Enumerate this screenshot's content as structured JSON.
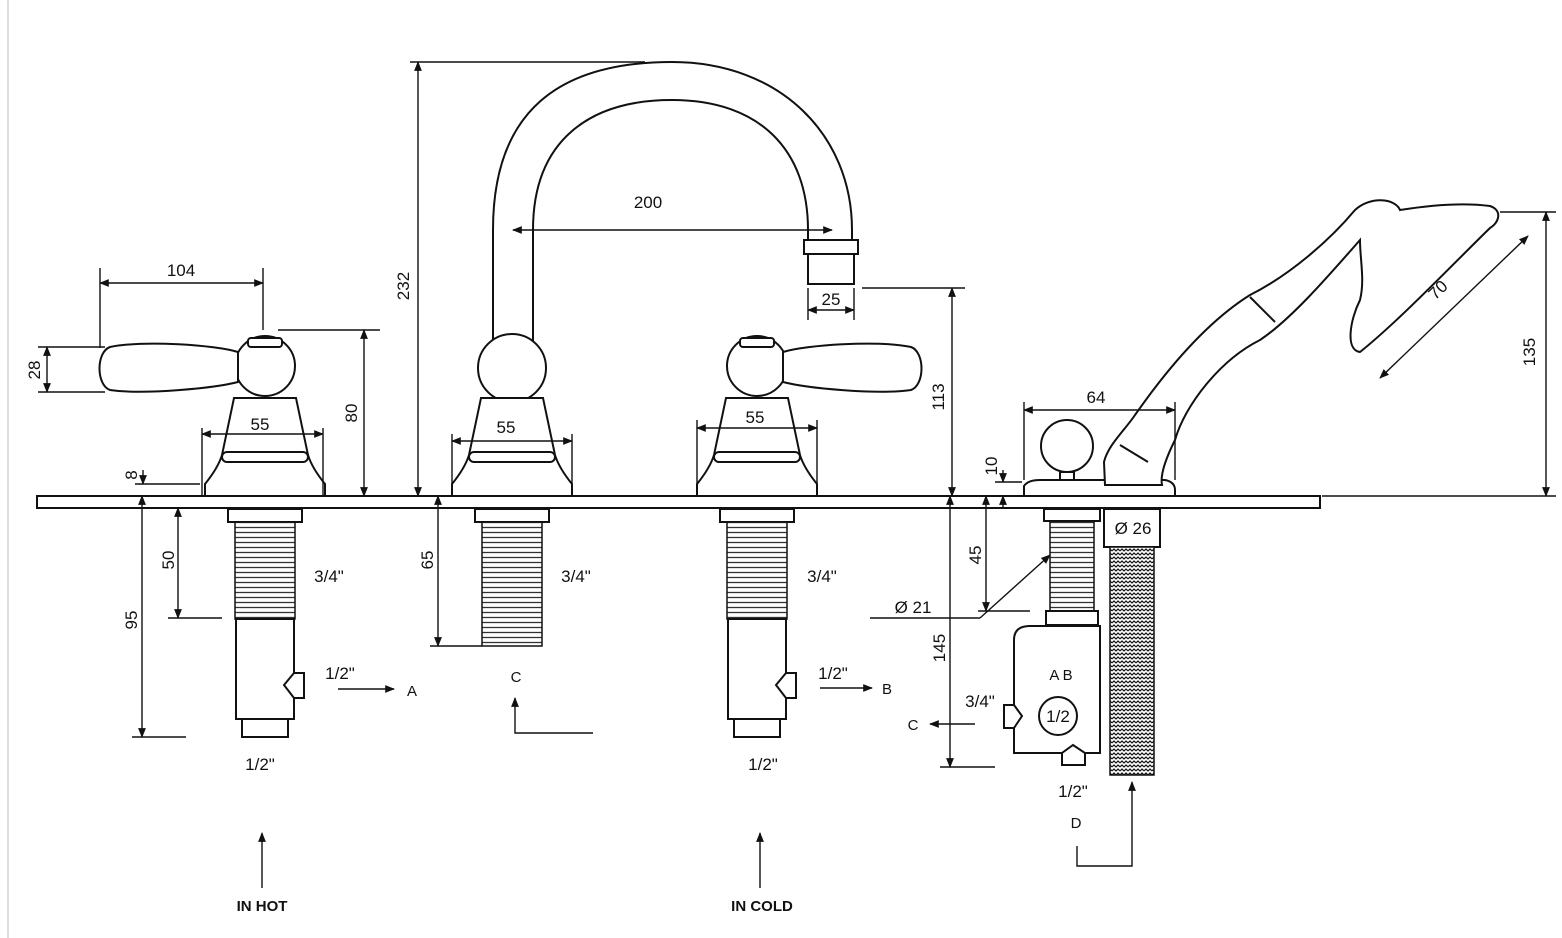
{
  "dimensions": {
    "handle_width": "104",
    "handle_height": "28",
    "hot_valve_height": "80",
    "deck_offset": "8",
    "hot_base": "55",
    "spout_base": "55",
    "cold_base": "55",
    "spout_height": "232",
    "spout_reach": "200",
    "outlet_diameter": "25",
    "outlet_height": "113",
    "diverter_width": "64",
    "diverter_height": "10",
    "handshower_face": "70",
    "handshower_height": "135",
    "hot_shank_thread": "50",
    "hot_shank_total": "95",
    "spout_shank": "65",
    "diverter_shank": "45",
    "diverter_total": "145",
    "diverter_thread_dia": "Ø 21",
    "hose_dia": "Ø 26"
  },
  "connections": {
    "hot_thread": "3/4\"",
    "hot_outlet": "1/2\"",
    "hot_inlet": "1/2\"",
    "spout_thread": "3/4\"",
    "cold_thread": "3/4\"",
    "cold_outlet": "1/2\"",
    "cold_inlet": "1/2\"",
    "diverter_thread": "3/4\"",
    "diverter_center": "1/2",
    "diverter_bottom": "1/2\""
  },
  "labels": {
    "a": "A",
    "b": "B",
    "c": "C",
    "c2": "C",
    "ab": "A B",
    "d": "D",
    "in_hot": "IN HOT",
    "in_cold": "IN COLD"
  }
}
